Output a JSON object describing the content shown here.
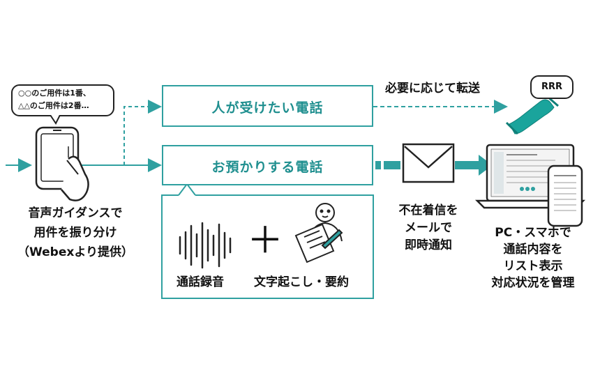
{
  "speech_bubble": {
    "line1": "○○のご用件は1番、",
    "line2": "△△のご用件は2番…"
  },
  "left_caption": [
    "音声ガイダンスで",
    "用件を振り分け",
    "（Webexより提供）"
  ],
  "box_person": "人が受けたい電話",
  "box_auto": "お預かりする電話",
  "transfer_label": "必要に応じて転送",
  "rrr_label": "RRR",
  "recording_label": "通話録音",
  "plus": "＋",
  "summary_label": "文字起こし・要約",
  "mail_caption": [
    "不在着信を",
    "メールで",
    "即時通知"
  ],
  "pc_caption": [
    "PC・スマホで",
    "通話内容を",
    "リスト表示",
    "対応状況を管理"
  ],
  "colors": {
    "teal": "#2fa0a0",
    "teal_dark": "#1f8f8f",
    "ink": "#222222"
  },
  "icons": [
    "smartphone-hand-icon",
    "phone-handset-icon",
    "waveform-icon",
    "plus-icon",
    "person-notepad-icon",
    "envelope-icon",
    "laptop-phone-icon"
  ]
}
